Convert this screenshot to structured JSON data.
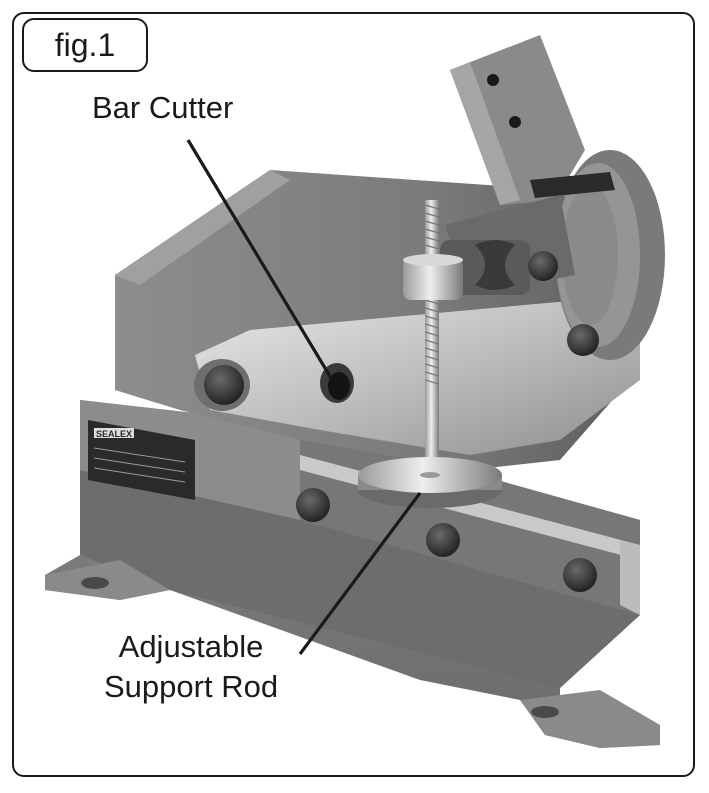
{
  "figure": {
    "label": "fig.1"
  },
  "callouts": {
    "bar_cutter": "Bar Cutter",
    "support_rod_line1": "Adjustable",
    "support_rod_line2": "Support Rod"
  },
  "nameplate": {
    "brand": "SEALEX"
  }
}
